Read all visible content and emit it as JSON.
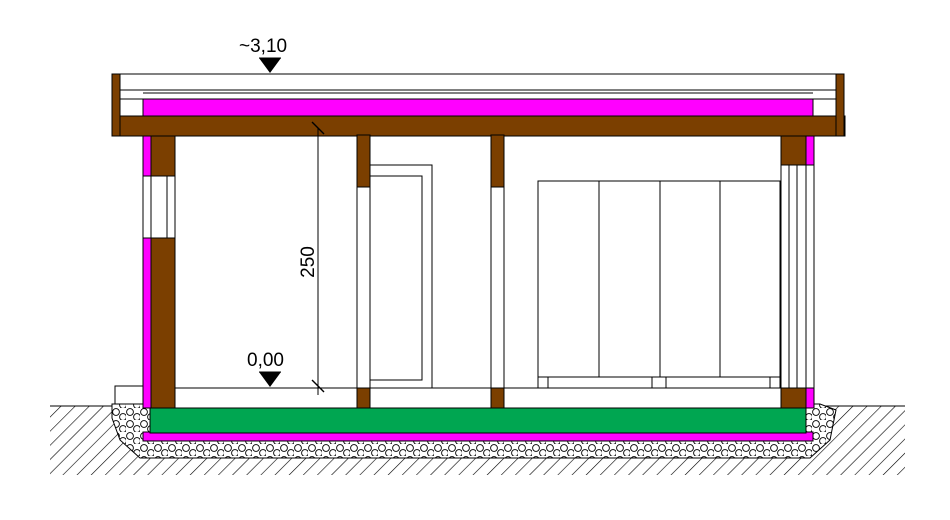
{
  "diagram": {
    "type": "building-cross-section",
    "roof_level": {
      "symbol": "level-marker-icon",
      "text": "~3,10"
    },
    "floor_level": {
      "symbol": "level-marker-icon",
      "text": "0,00"
    },
    "room_height_dimension": "250"
  },
  "colors": {
    "timber": "#7b3f00",
    "insulation_membrane": "#ff00ff",
    "floor_slab": "#00a651",
    "outline": "#000000",
    "background": "#ffffff"
  },
  "materials": [
    "timber",
    "insulation_membrane",
    "floor_slab",
    "gravel",
    "soil"
  ]
}
